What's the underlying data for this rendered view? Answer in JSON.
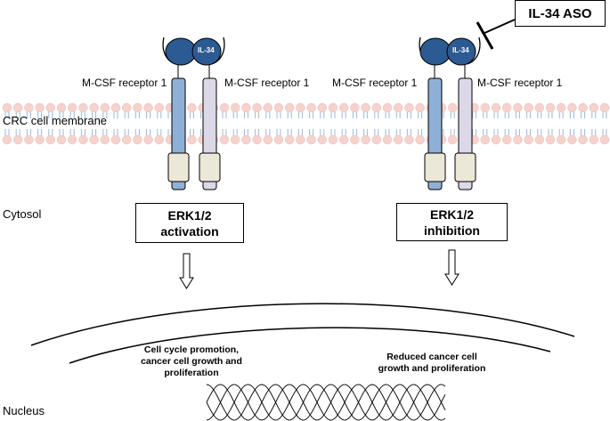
{
  "labels": {
    "membrane": "CRC cell membrane",
    "cytosol": "Cytosol",
    "nucleus": "Nucleus"
  },
  "left_panel": {
    "receptor_left": "M-CSF receptor 1",
    "receptor_right": "M-CSF receptor 1",
    "ligand": "IL-34",
    "box_line1": "ERK1/2",
    "box_line2": "activation",
    "outcome_line1": "Cell cycle promotion,",
    "outcome_line2": "cancer cell growth and",
    "outcome_line3": "proliferation"
  },
  "right_panel": {
    "receptor_left": "M-CSF receptor 1",
    "receptor_right": "M-CSF receptor 1",
    "ligand": "IL-34",
    "inhibitor": "IL-34 ASO",
    "box_line1": "ERK1/2",
    "box_line2": "inhibition",
    "outcome_line1": "Reduced cancer cell",
    "outcome_line2": "growth and proliferation"
  },
  "colors": {
    "ligand_blue": "#2c5a93",
    "receptor_blue": "#8fb0d6",
    "receptor_lavender": "#dcd8e8",
    "receptor_beige": "#ece8d8",
    "lipid_head": "#f6d2cc",
    "lipid_tail": "#9bbad8"
  }
}
